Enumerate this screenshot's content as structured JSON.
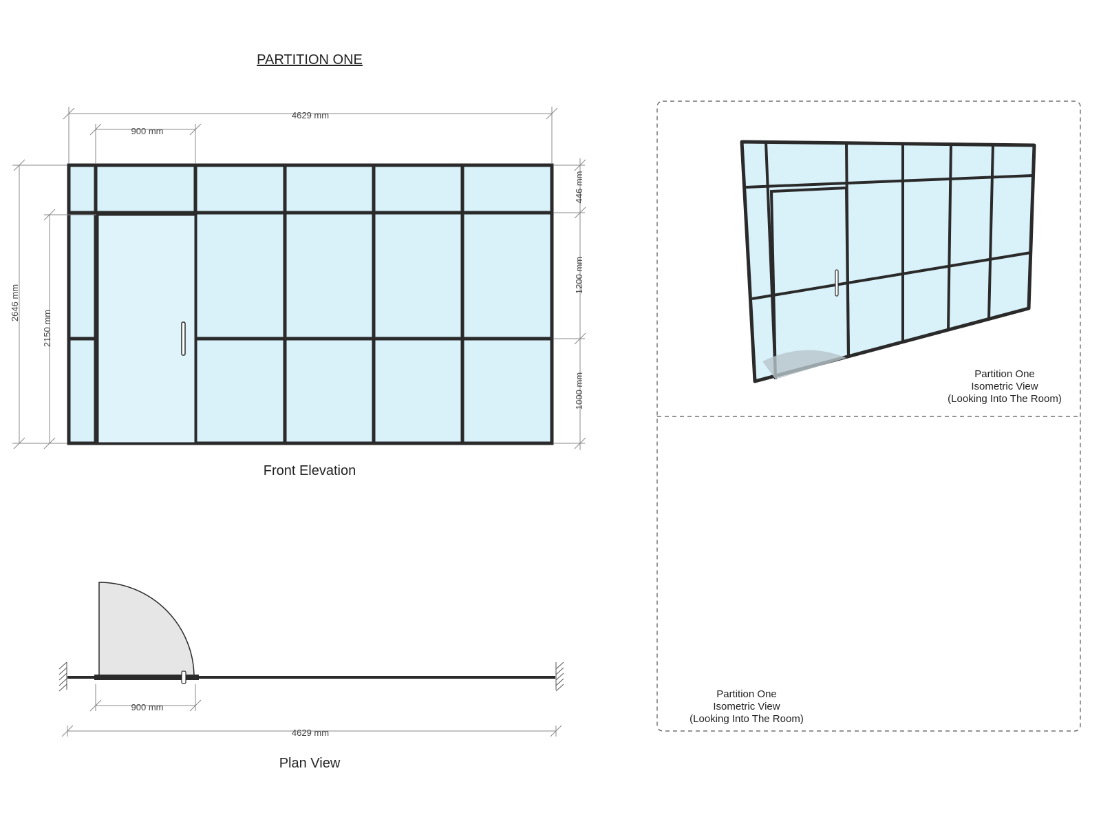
{
  "title": "PARTITION ONE",
  "front_elevation": {
    "caption": "Front Elevation",
    "dims": {
      "overall_width": "4629 mm",
      "door_width": "900 mm",
      "overall_height": "2646 mm",
      "door_height": "2150 mm",
      "top_panel": "446 mm",
      "mid_panel": "1200 mm",
      "bottom_panel": "1000 mm"
    }
  },
  "plan_view": {
    "caption": "Plan View",
    "dims": {
      "door_width": "900 mm",
      "overall_width": "4629 mm"
    }
  },
  "iso_view_1": {
    "line1": "Partition One",
    "line2": "Isometric View",
    "line3": "(Looking Into The Room)"
  },
  "iso_view_2": {
    "line1": "Partition One",
    "line2": "Isometric View",
    "line3": "(Looking Into The Room)"
  },
  "colors": {
    "frame": "#2a2a2a",
    "glass": "#d9f1f9",
    "door_swing": "#e6e6e6",
    "dim_line": "#888888"
  }
}
